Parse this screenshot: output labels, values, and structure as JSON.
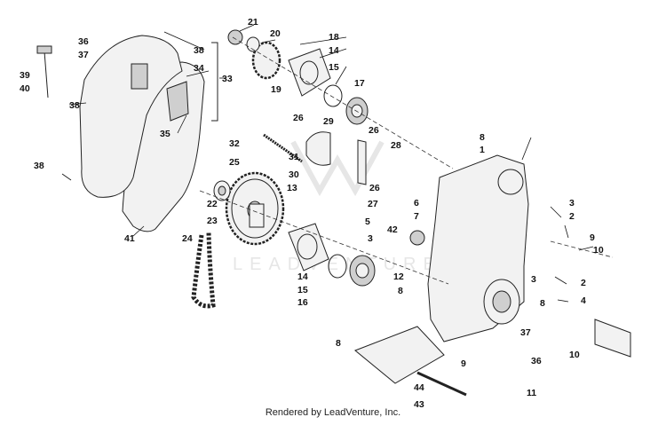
{
  "diagram": {
    "callouts": [
      "1",
      "2",
      "3",
      "4",
      "5",
      "6",
      "7",
      "8",
      "9",
      "10",
      "11",
      "12",
      "13",
      "14",
      "15",
      "16",
      "17",
      "18",
      "19",
      "20",
      "21",
      "22",
      "23",
      "24",
      "25",
      "26",
      "27",
      "28",
      "29",
      "30",
      "31",
      "32",
      "33",
      "34",
      "35",
      "36",
      "37",
      "38",
      "39",
      "40",
      "41",
      "42",
      "43",
      "44"
    ],
    "watermark": "LEADVENTURE"
  },
  "footer": {
    "text": "Rendered by LeadVenture, Inc."
  }
}
